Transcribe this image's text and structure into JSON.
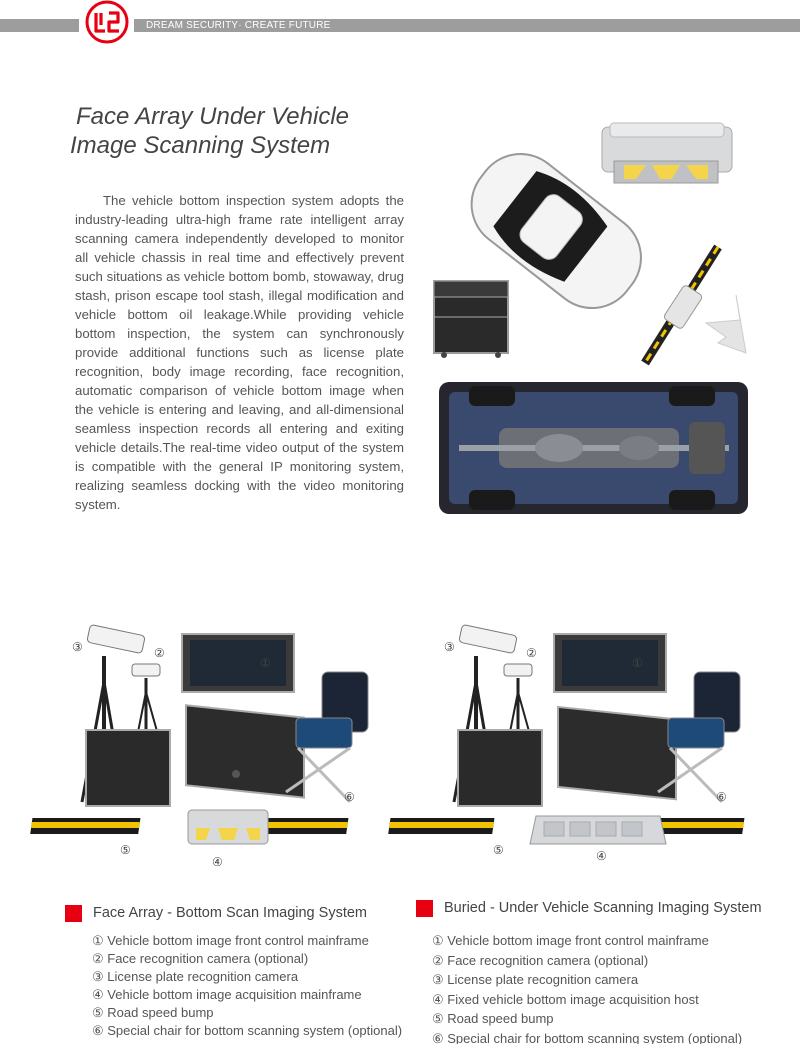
{
  "header": {
    "tagline": "DREAM SECURITY· CREATE FUTURE",
    "brand_color": "#e60012",
    "bar_color": "#9d9d9d"
  },
  "title": {
    "line1": "Face Array Under Vehicle",
    "line2": "Image Scanning System"
  },
  "description": "The vehicle bottom inspection system adopts the industry-leading ultra-high frame rate intelligent array scanning camera independently developed to monitor all vehicle chassis in real time and effectively prevent such situations as vehicle bottom bomb, stowaway, drug stash, prison escape tool stash, illegal modification and vehicle bottom oil leakage.While providing vehicle bottom inspection, the system can synchronously provide additional functions such as license plate recognition, body image recording, face recognition, automatic comparison of vehicle bottom image when the vehicle is entering and leaving, and all-dimensional seamless inspection records all entering and exiting vehicle details.The real-time video output of the system is compatible with the general IP monitoring system, realizing seamless docking with the video monitoring system.",
  "left_system": {
    "heading": "Face Array - Bottom Scan Imaging System",
    "labels": [
      "③",
      "②",
      "①",
      "⑥",
      "⑤",
      "④"
    ],
    "items": [
      "① Vehicle bottom image front control mainframe",
      "② Face recognition camera (optional)",
      "③ License plate recognition camera",
      "④ Vehicle bottom image acquisition mainframe",
      "⑤ Road speed bump",
      "⑥ Special chair for bottom scanning system (optional)"
    ]
  },
  "right_system": {
    "heading": "Buried - Under Vehicle Scanning Imaging System",
    "labels": [
      "③",
      "②",
      "①",
      "⑥",
      "⑤",
      "④"
    ],
    "items": [
      "① Vehicle bottom image front control mainframe",
      "② Face recognition camera (optional)",
      "③ License plate recognition camera",
      "④ Fixed vehicle bottom image acquisition host",
      "⑤ Road speed bump",
      "⑥ Special chair for bottom scanning system (optional)"
    ]
  }
}
